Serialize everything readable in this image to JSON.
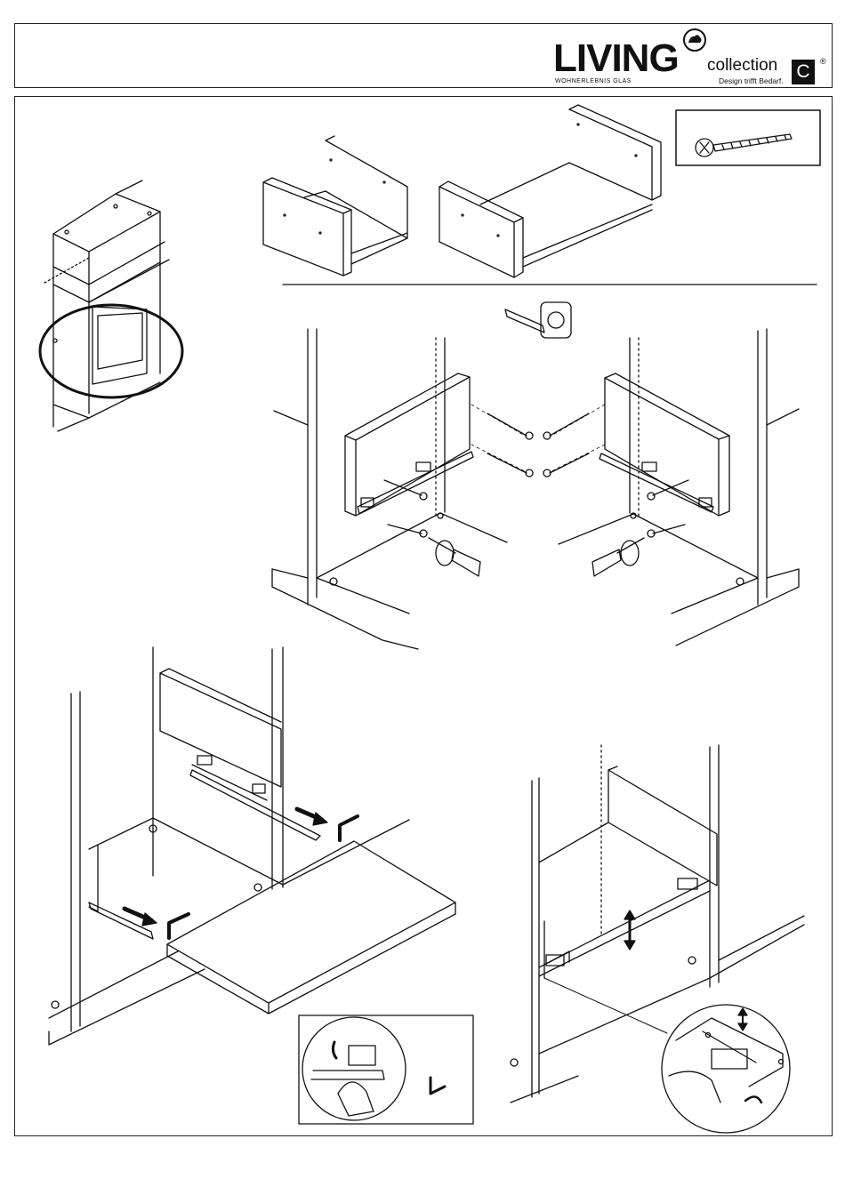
{
  "header": {
    "brand": "LIVING",
    "tagline": "WOHNERLEBNIS GLAS",
    "collection": "collection",
    "slogan": "Design trifft Bedarf.",
    "badge": "C",
    "registered": "®"
  },
  "icons": [
    "screw-icon",
    "tape-measure-icon",
    "screwdriver-icon",
    "rotation-arrow-icon",
    "push-arrow-icon",
    "corner-stop-icon",
    "adjust-arrow-icon"
  ]
}
